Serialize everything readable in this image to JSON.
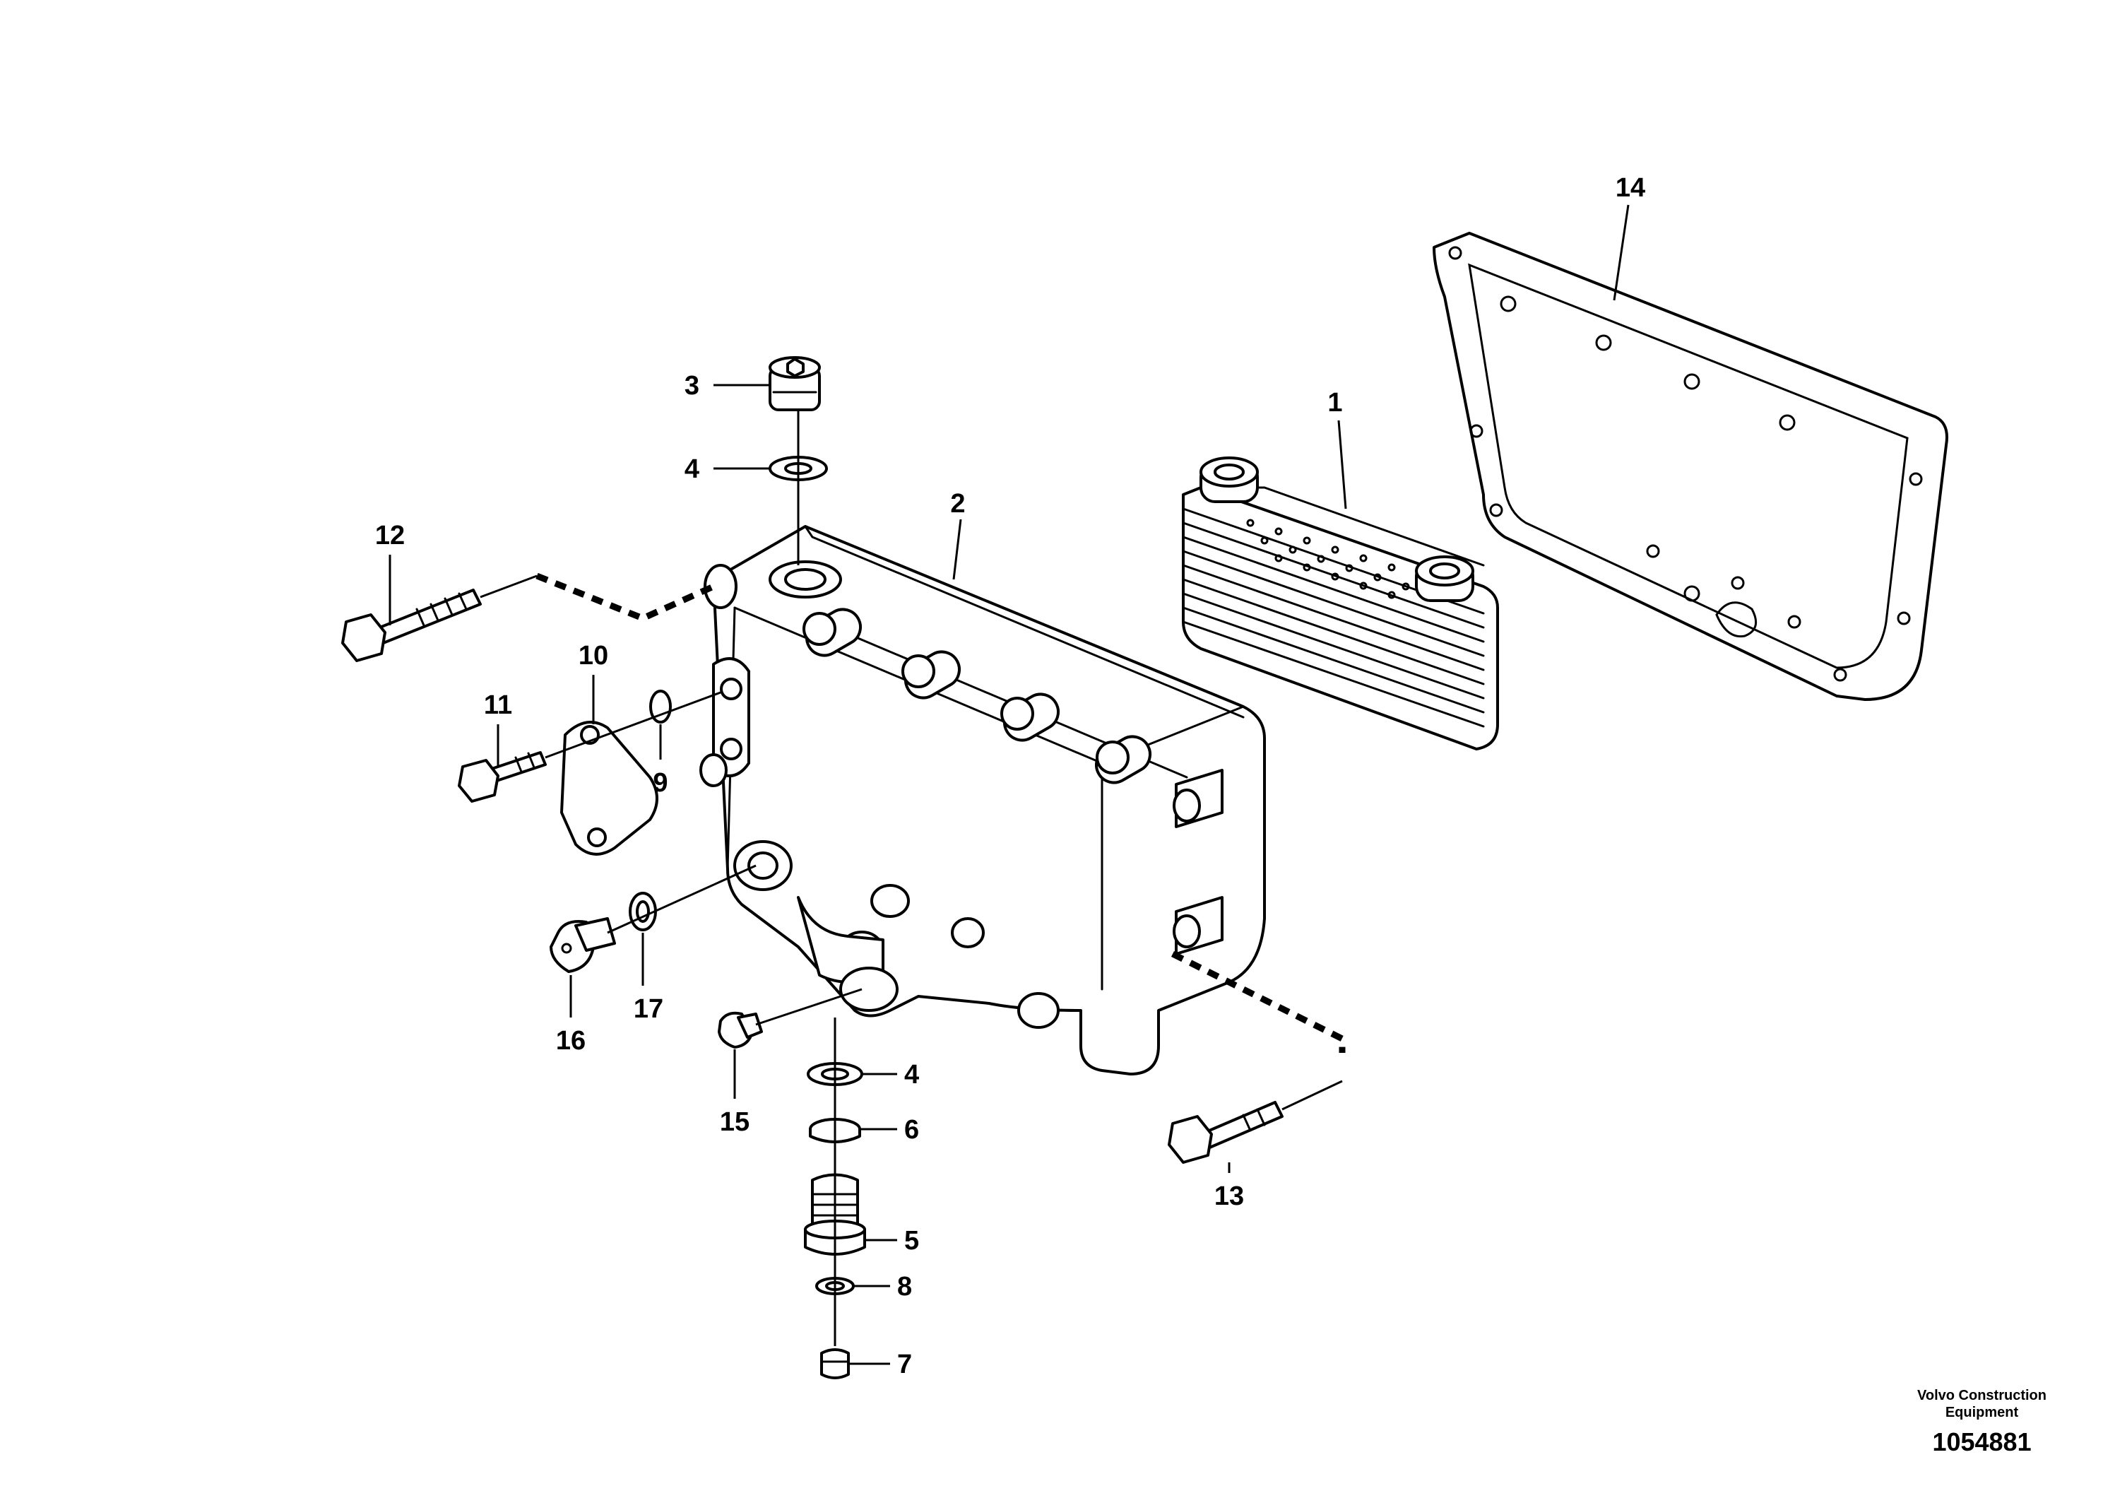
{
  "callouts": {
    "c1": "1",
    "c2": "2",
    "c3": "3",
    "c4a": "4",
    "c4b": "4",
    "c5": "5",
    "c6": "6",
    "c7": "7",
    "c8": "8",
    "c9": "9",
    "c10": "10",
    "c11": "11",
    "c12": "12",
    "c13": "13",
    "c14": "14",
    "c15": "15",
    "c16": "16",
    "c17": "17"
  },
  "footer": {
    "company_line1": "Volvo Construction",
    "company_line2": "Equipment",
    "drawing_number": "1054881"
  }
}
